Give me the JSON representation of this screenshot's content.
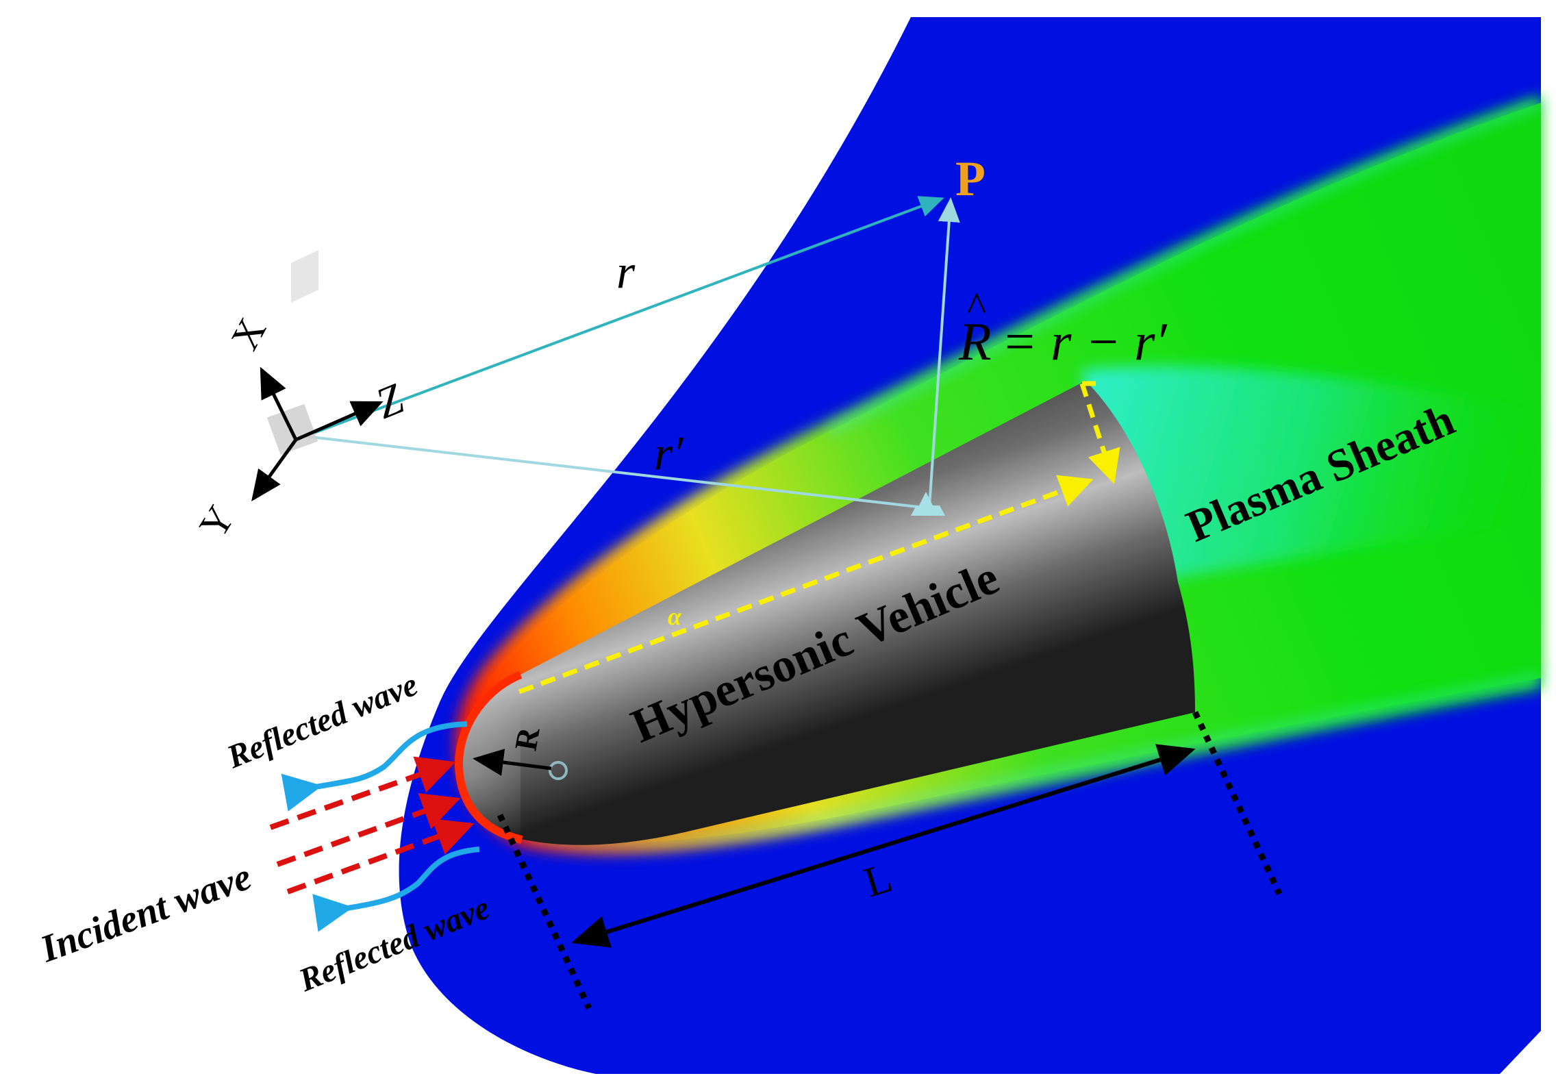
{
  "labels": {
    "point": "P",
    "r": "r",
    "r_prime": "r′",
    "R_hat_eq": "= r − r′",
    "R_hat_symbol": "R",
    "R_hat_accent": "^",
    "axis_x": "X",
    "axis_y": "Y",
    "axis_z": "Z",
    "plasma_sheath": "Plasma Sheath",
    "vehicle": "Hypersonic Vehicle",
    "alpha": "α",
    "radius": "R",
    "length": "L",
    "incident": "Incident wave",
    "reflected_top": "Reflected wave",
    "reflected_bottom": "Reflected wave"
  },
  "colors": {
    "sheath_blue": "#0010e0",
    "sheath_green": "#10e010",
    "sheath_cyan": "#20e8d8",
    "shock_red": "#ff1a00",
    "shock_yellow": "#f0e020",
    "vehicle_gray": "#8a8a8a",
    "vector_teal": "#2fb3bd",
    "vector_light": "#9fd8e0",
    "point_label": "#f0a020",
    "incident_red": "#dd1010",
    "reflected_blue": "#20a8e8",
    "dimension_yellow": "#f8f000"
  }
}
